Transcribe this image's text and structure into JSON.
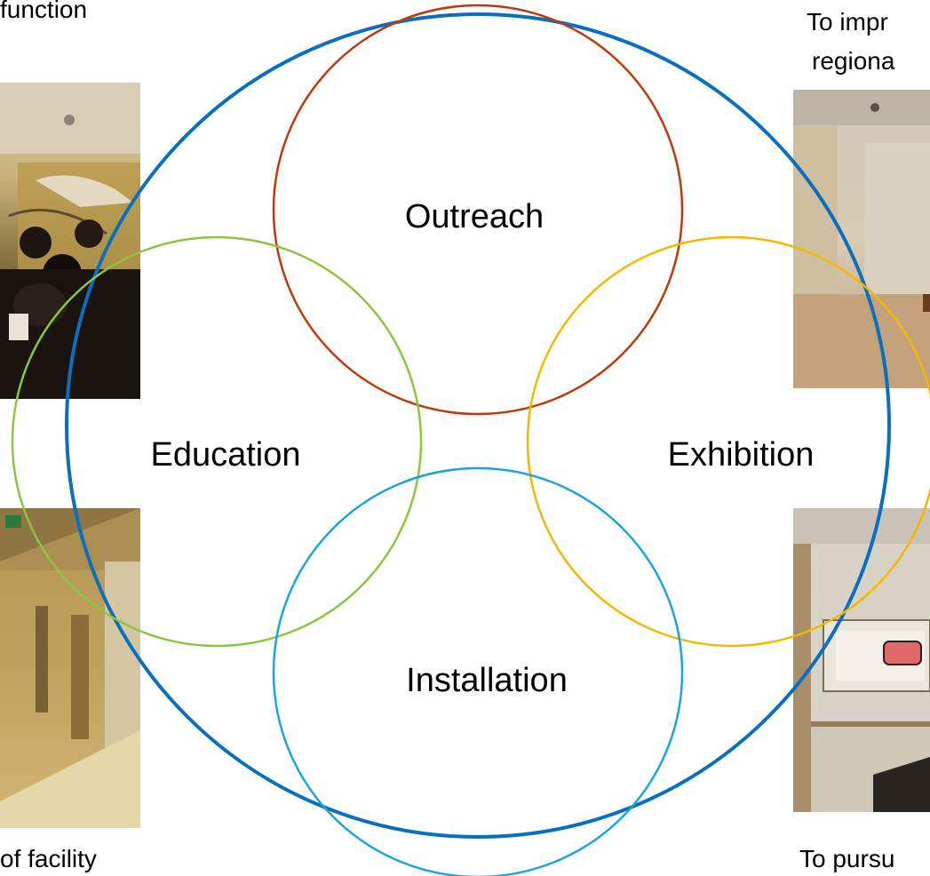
{
  "captions": {
    "top_left": "function",
    "top_right_line1": "To impr",
    "top_right_line2": "regiona",
    "bottom_left": "of facility",
    "bottom_right": "To pursu"
  },
  "circles": {
    "outreach": {
      "label": "Outreach",
      "color": "#c0390b"
    },
    "education": {
      "label": "Education",
      "color": "#8cc63f"
    },
    "exhibition": {
      "label": "Exhibition",
      "color": "#f5b800"
    },
    "installation": {
      "label": "Installation",
      "color": "#1aa5e0"
    },
    "outer": {
      "color": "#0b6fbf"
    }
  },
  "photos": {
    "top_left": "gallery-visitors-photo",
    "top_right": "empty-gallery-photo",
    "bottom_left": "hospital-corridor-photo",
    "bottom_right": "room-with-artwork-photo"
  }
}
